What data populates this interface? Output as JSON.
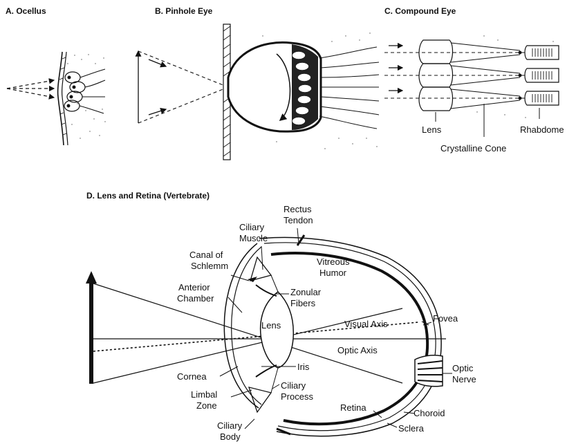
{
  "panels": {
    "a": {
      "title": "A. Ocellus"
    },
    "b": {
      "title": "B. Pinhole Eye"
    },
    "c": {
      "title": "C. Compound Eye",
      "labels": {
        "lens": "Lens",
        "rhabdome": "Rhabdome",
        "cone": "Crystalline Cone"
      }
    },
    "d": {
      "title": "D. Lens and Retina (Vertebrate)",
      "labels": {
        "rectus_1": "Rectus",
        "rectus_2": "Tendon",
        "ciliary_muscle_1": "Ciliary",
        "ciliary_muscle_2": "Muscle",
        "canal_1": "Canal of",
        "canal_2": "Schlemm",
        "vitreous_1": "Vitreous",
        "vitreous_2": "Humor",
        "anterior_1": "Anterior",
        "anterior_2": "Chamber",
        "zonular_1": "Zonular",
        "zonular_2": "Fibers",
        "lens": "Lens",
        "visual_axis": "Visual Axis",
        "fovea": "Fovea",
        "optic_axis": "Optic Axis",
        "iris": "Iris",
        "cornea": "Cornea",
        "optic_1": "Optic",
        "optic_2": "Nerve",
        "limbal_1": "Limbal",
        "limbal_2": "Zone",
        "ciliary_process_1": "Ciliary",
        "ciliary_process_2": "Process",
        "retina": "Retina",
        "choroid": "Choroid",
        "sclera": "Sclera",
        "ciliary_body_1": "Ciliary",
        "ciliary_body_2": "Body"
      }
    }
  }
}
